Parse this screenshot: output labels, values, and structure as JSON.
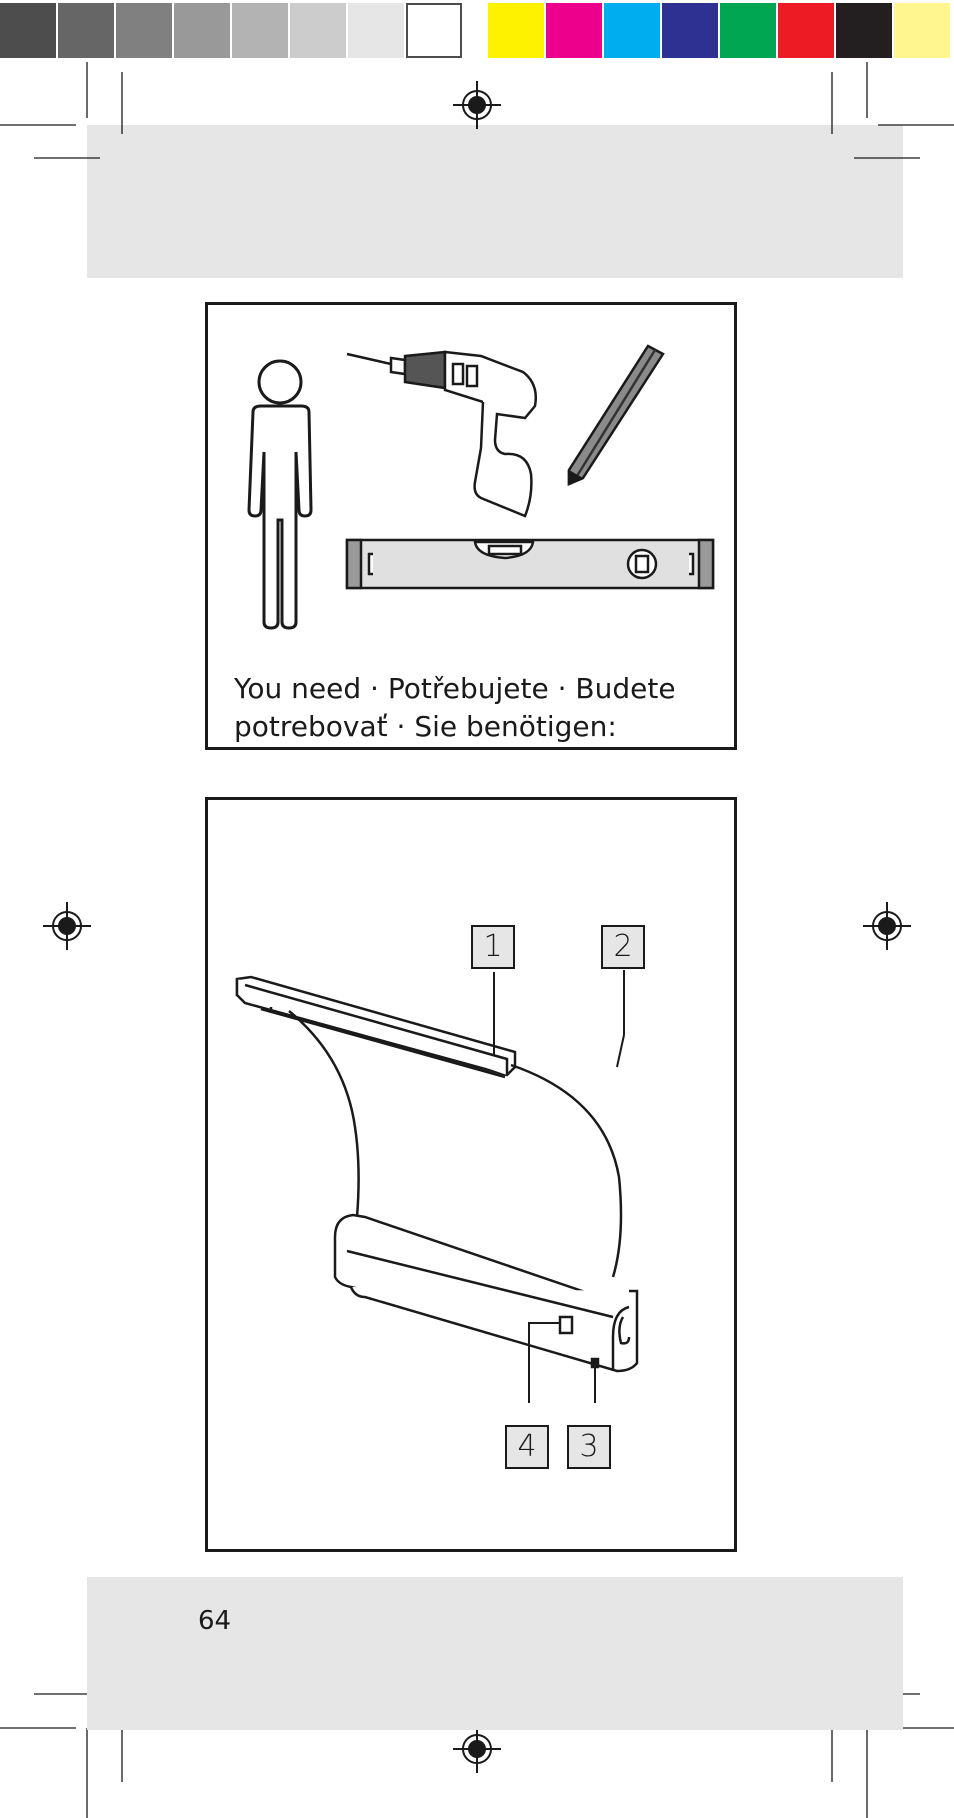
{
  "color_bar": {
    "swatches": [
      "#4d4d4d",
      "#666666",
      "#808080",
      "#999999",
      "#b3b3b3",
      "#cccccc",
      "#e6e6e6",
      "#ffffff",
      "#fff200",
      "#ec008c",
      "#00aeef",
      "#2e3192",
      "#00a651",
      "#ed1c24",
      "#231f20",
      "#fff68f"
    ]
  },
  "tools_panel": {
    "caption_line1": "You need · Potřebujete · Budete",
    "caption_line2": "potrebovať · Sie benötigen:",
    "icons": [
      "person-icon",
      "drill-icon",
      "pencil-icon",
      "spirit-level-icon"
    ]
  },
  "product_panel": {
    "callouts": [
      {
        "label": "1"
      },
      {
        "label": "2"
      },
      {
        "label": "3"
      },
      {
        "label": "4"
      }
    ]
  },
  "footer": {
    "page_number": "64"
  }
}
